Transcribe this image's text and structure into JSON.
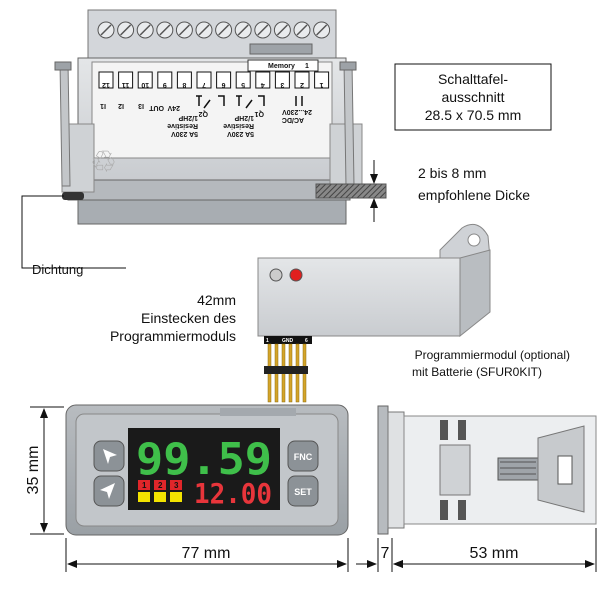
{
  "top_view": {
    "terminals": [
      "12",
      "11",
      "10",
      "9",
      "8",
      "7",
      "6",
      "5",
      "4",
      "3",
      "2",
      "1"
    ],
    "memory_label": "Memory",
    "memory_index": "1",
    "pin_labels": [
      "I1",
      "I2",
      "I3",
      "OUT",
      "24V",
      "Q2",
      "Q1",
      "AC/DC",
      "24...230V"
    ],
    "relay_q2": [
      "5A 230V",
      "Resistive",
      "1/2HP"
    ],
    "relay_q1": [
      "5A 230V",
      "Resistive",
      "1/2HP"
    ]
  },
  "cutout": {
    "line1": "Schalttafel-",
    "line2": "ausschnitt",
    "line3": "28.5 x 70.5 mm"
  },
  "thickness": {
    "line1": "2 bis 8 mm",
    "line2": "empfohlene Dicke"
  },
  "gasket_label": "Dichtung",
  "insert": {
    "line1": "42mm",
    "line2": "Einstecken des",
    "line3": "Programmiermoduls"
  },
  "module": {
    "line1": "Programmiermodul  (optional)",
    "line2": "mit Batterie (SFUR0KIT)",
    "pin_marks": [
      "1",
      "GND",
      "6"
    ]
  },
  "front": {
    "display_top": "99.59",
    "display_bottom": "12.00",
    "leds": [
      "1",
      "2",
      "3"
    ],
    "fnc_label": "FNC",
    "set_label": "SET"
  },
  "dimensions": {
    "height": "35 mm",
    "width": "77 mm",
    "bezel": "7",
    "depth": "53 mm"
  }
}
